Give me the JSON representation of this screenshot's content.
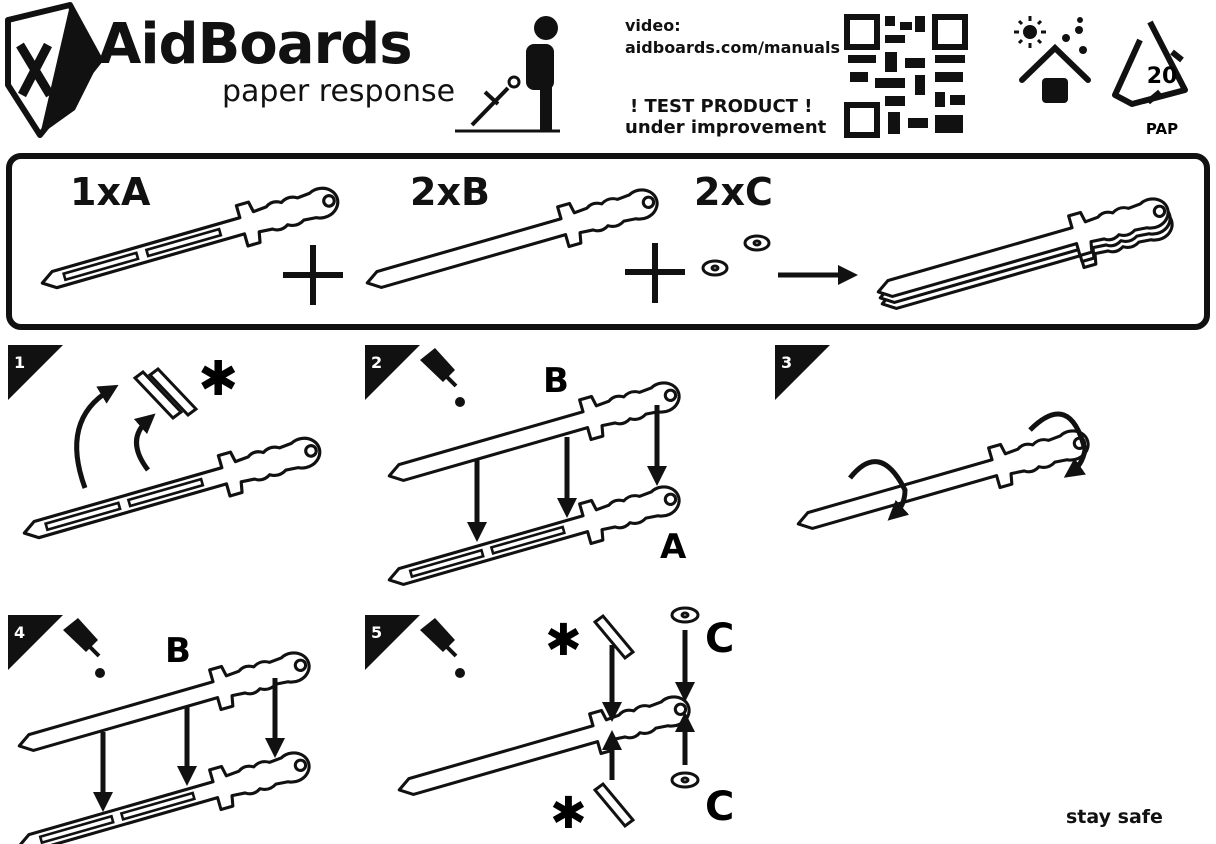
{
  "brand": {
    "name": "AidBoards",
    "tagline": "paper response"
  },
  "header": {
    "video_label": "video:",
    "video_url": "aidboards.com/manuals",
    "warning_line1": "! TEST PRODUCT !",
    "warning_line2": "under improvement",
    "recycle_code": "20",
    "recycle_material": "PAP"
  },
  "parts": {
    "a": "1xA",
    "b": "2xB",
    "c": "2xC"
  },
  "steps": [
    {
      "number": "1"
    },
    {
      "number": "2",
      "label_top": "B",
      "label_bottom": "A"
    },
    {
      "number": "3"
    },
    {
      "number": "4",
      "label_top": "B"
    },
    {
      "number": "5",
      "label_c_top": "C",
      "label_c_bottom": "C"
    }
  ],
  "footer": {
    "text": "stay safe"
  },
  "colors": {
    "ink": "#111111",
    "paper": "#ffffff"
  }
}
